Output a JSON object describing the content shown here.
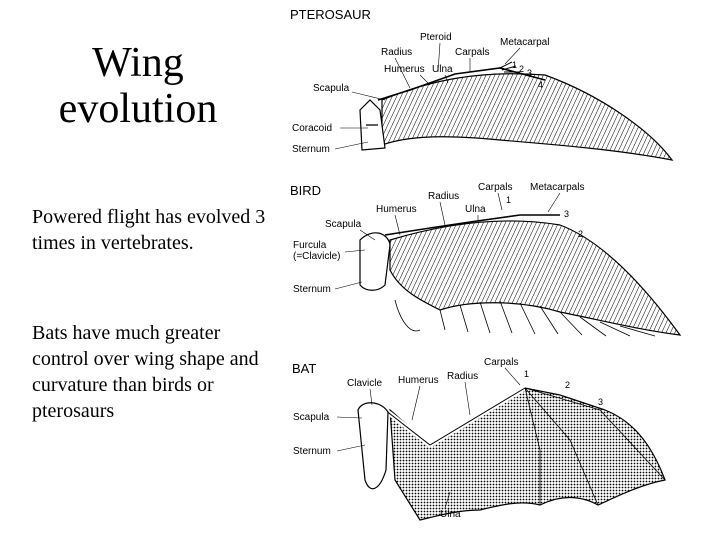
{
  "title": {
    "line1": "Wing",
    "line2": "evolution"
  },
  "body": {
    "p1": "Powered flight has evolved 3 times in vertebrates.",
    "p2": "Bats have much greater control over wing shape and curvature than birds or pterosaurs"
  },
  "figure": {
    "pterosaur": {
      "heading": "PTEROSAUR",
      "labels": {
        "pteroid": "Pteroid",
        "radius": "Radius",
        "carpals": "Carpals",
        "metacarpal": "Metacarpal",
        "humerus": "Humerus",
        "ulna": "Ulna",
        "scapula": "Scapula",
        "coracoid": "Coracoid",
        "sternum": "Sternum",
        "d1": "1",
        "d2": "2",
        "d3": "3",
        "d4": "4"
      }
    },
    "bird": {
      "heading": "BIRD",
      "labels": {
        "carpals": "Carpals",
        "metacarpals": "Metacarpals",
        "radius": "Radius",
        "humerus": "Humerus",
        "ulna": "Ulna",
        "scapula": "Scapula",
        "furcula": "Furcula",
        "clavicle": "(=Clavicle)",
        "sternum": "Sternum",
        "d1": "1",
        "d2": "2",
        "d3": "3"
      }
    },
    "bat": {
      "heading": "BAT",
      "labels": {
        "carpals": "Carpals",
        "clavicle": "Clavicle",
        "humerus": "Humerus",
        "radius": "Radius",
        "scapula": "Scapula",
        "sternum": "Sternum",
        "ulna": "Ulna",
        "d1": "1",
        "d2": "2",
        "d3": "3"
      }
    }
  }
}
